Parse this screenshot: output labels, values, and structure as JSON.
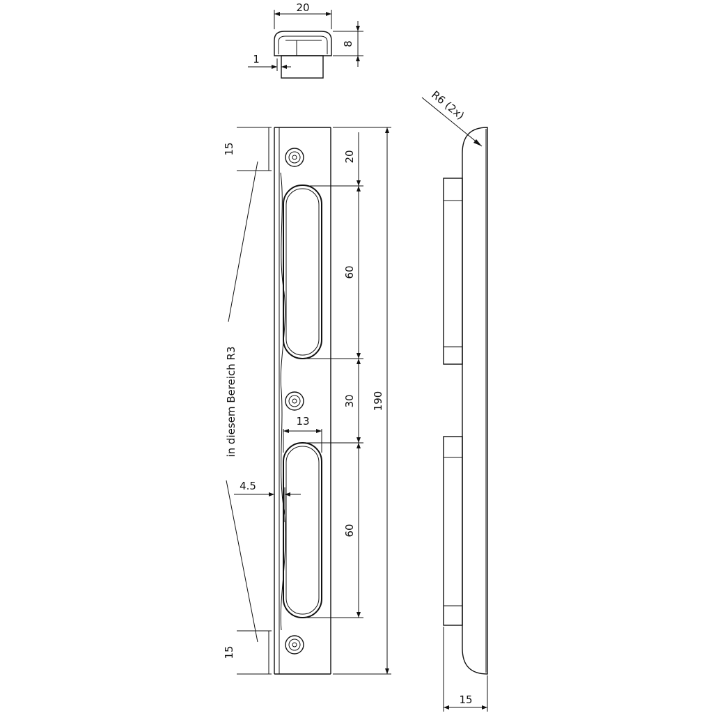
{
  "drawing": {
    "top_view": {
      "width_label": "20",
      "height_label": "8",
      "gap_label": "1"
    },
    "front_view": {
      "top_offset_label": "15",
      "first_screw_label": "20",
      "slot_1_length_label": "60",
      "middle_gap_label": "30",
      "slot_2_length_label": "60",
      "total_length_label": "190",
      "slot_width_label": "13",
      "edge_offset_label": "4.5",
      "bottom_offset_label": "15",
      "region_note": "in diesem Bereich R3"
    },
    "side_view": {
      "radius_label": "R6 (2x)",
      "depth_label": "15"
    }
  }
}
